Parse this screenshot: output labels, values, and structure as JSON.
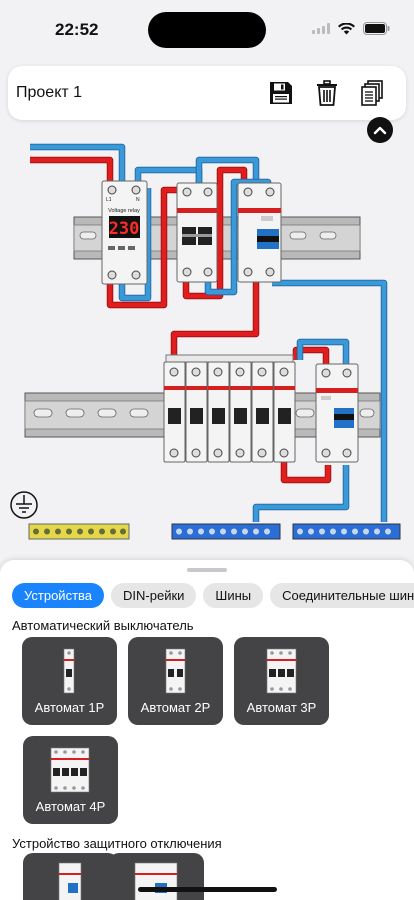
{
  "status": {
    "time": "22:52"
  },
  "header": {
    "title": "Проект 1"
  },
  "diagram": {
    "relay_label": "Voltage relay",
    "relay_value": "230"
  },
  "tabs": [
    {
      "label": "Устройства",
      "active": true
    },
    {
      "label": "DIN-рейки",
      "active": false
    },
    {
      "label": "Шины",
      "active": false
    },
    {
      "label": "Соединительные шины",
      "active": false
    }
  ],
  "sections": [
    {
      "title": "Автоматический выключатель"
    },
    {
      "title": "Устройство защитного отключения"
    }
  ],
  "devices": [
    {
      "label": "Автомат 1P"
    },
    {
      "label": "Автомат 2P"
    },
    {
      "label": "Автомат 3P"
    },
    {
      "label": "Автомат 4P"
    }
  ],
  "colors": {
    "accent": "#1a84ff",
    "phase_wire": "#e11d1d",
    "neutral_wire": "#2f8fd6",
    "ground_bus": "#e2d84a",
    "neutral_bus": "#2b6fd6"
  }
}
